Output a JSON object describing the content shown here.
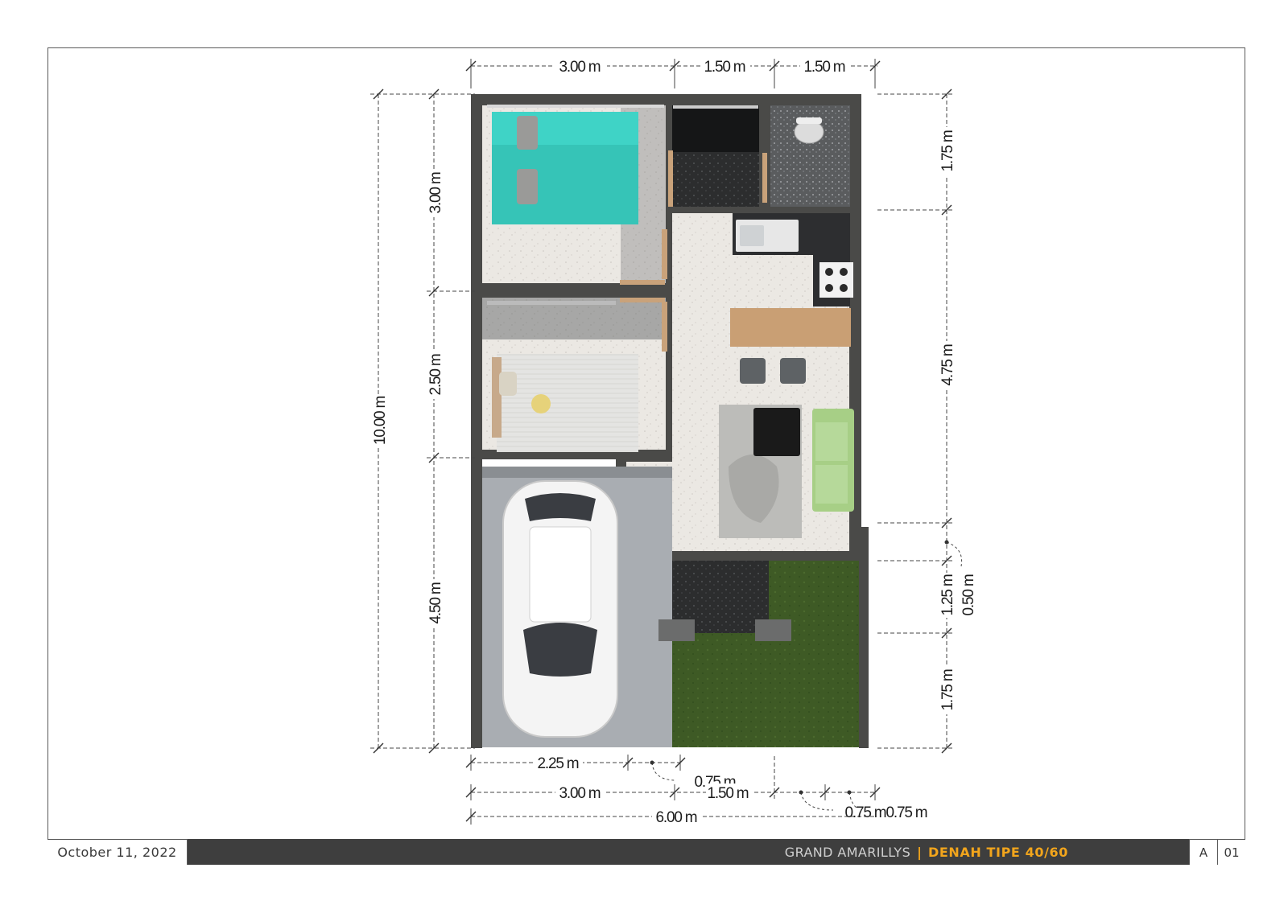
{
  "title_block": {
    "date": "October 11, 2022",
    "project": "GRAND AMARILLYS",
    "separator": "|",
    "drawing_title": "DENAH TIPE 40/60",
    "sheet_code": "A",
    "sheet_number": "01"
  },
  "dimensions": {
    "top": [
      "3.00 m",
      "1.50 m",
      "1.50 m"
    ],
    "left_outer": "10.00 m",
    "left_inner": [
      "3.00 m",
      "2.50 m",
      "4.50 m"
    ],
    "right": [
      "1.75 m",
      "4.75 m",
      "1.25 m",
      "0.50 m",
      "1.75 m"
    ],
    "bottom_row1": [
      "2.25 m",
      "0.75 m"
    ],
    "bottom_row2": [
      "3.00 m",
      "1.50 m",
      "0.75 m",
      "0.75 m"
    ],
    "bottom_total": "6.00 m"
  },
  "colors": {
    "wall": "#4a4a48",
    "floor": "#e9e6e1",
    "bed_linen": "#3fd3c6",
    "sofa": "#a7cf86",
    "lawn": "#3f5a26",
    "carport": "#a9adb2",
    "counter": "#c9a27a",
    "title_bar": "#3e3e3e",
    "accent": "#f2a51c"
  }
}
